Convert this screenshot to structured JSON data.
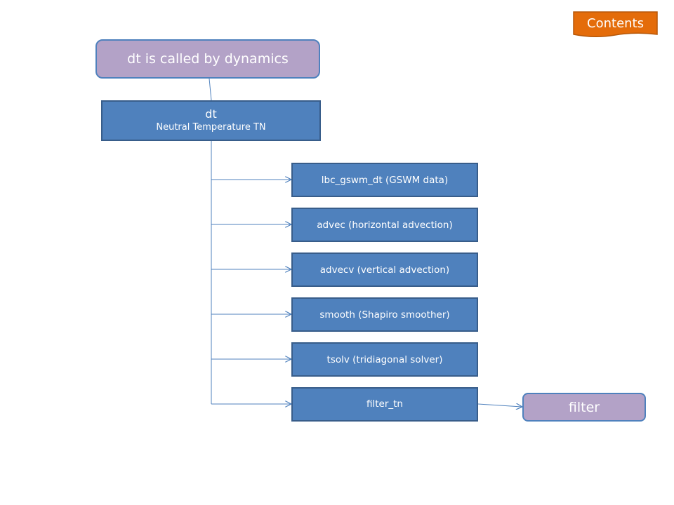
{
  "nav": {
    "contents_label": "Contents"
  },
  "diagram": {
    "caller": "dt is called by dynamics",
    "main": {
      "title": "dt",
      "subtitle": "Neutral Temperature TN"
    },
    "children": [
      "lbc_gswm_dt (GSWM data)",
      "advec (horizontal advection)",
      "advecv (vertical advection)",
      "smooth (Shapiro smoother)",
      "tsolv (tridiagonal solver)",
      "filter_tn"
    ],
    "filter": "filter"
  },
  "colors": {
    "box_blue": "#4f81bd",
    "box_border": "#385d8a",
    "box_purple": "#b3a2c7",
    "contents_orange": "#e46c0a",
    "connector": "#4f81bd"
  }
}
